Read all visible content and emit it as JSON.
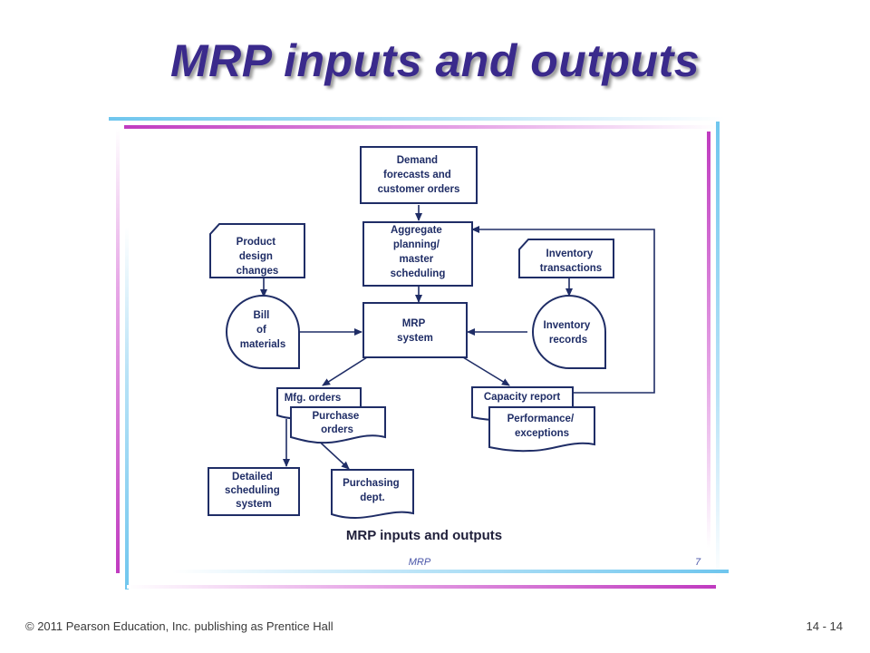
{
  "slide": {
    "title": "MRP inputs and outputs",
    "footer_left": "© 2011 Pearson Education, Inc. publishing as Prentice Hall",
    "footer_right": "14 - 14"
  },
  "diagram": {
    "nodes": {
      "demand": [
        "Demand",
        "forecasts and",
        "customer orders"
      ],
      "aggregate": [
        "Aggregate",
        "planning/",
        "master",
        "scheduling"
      ],
      "product_design": [
        "Product",
        "design",
        "changes"
      ],
      "inventory_transactions": [
        "Inventory",
        "transactions"
      ],
      "bill_of_materials": [
        "Bill",
        "of",
        "materials"
      ],
      "mrp_system": [
        "MRP",
        "system"
      ],
      "inventory_records": [
        "Inventory",
        "records"
      ],
      "mfg_orders": [
        "Mfg. orders"
      ],
      "purchase_orders": [
        "Purchase",
        "orders"
      ],
      "capacity_report": [
        "Capacity report"
      ],
      "performance": [
        "Performance/",
        "exceptions"
      ],
      "detailed_scheduling": [
        "Detailed",
        "scheduling",
        "system"
      ],
      "purchasing_dept": [
        "Purchasing",
        "dept."
      ]
    },
    "caption": "MRP inputs and outputs",
    "page_label": "MRP",
    "page_number": "7"
  },
  "colors": {
    "title": "#3a2a8c",
    "diagram_line": "#1f2d66",
    "frame_blue": "#6fc6ee",
    "frame_magenta": "#c03bc0",
    "page_label": "#4a56a8"
  }
}
